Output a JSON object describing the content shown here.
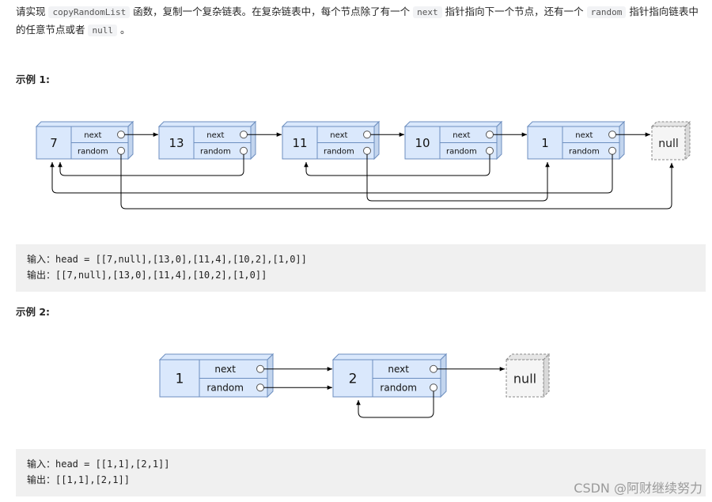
{
  "intro": {
    "t1": "请实现 ",
    "c1": "copyRandomList",
    "t2": " 函数，复制一个复杂链表。在复杂链表中，每个节点除了有一个 ",
    "c2": "next",
    "t3": " 指针指向下一个节点，还有一个 ",
    "c3": "random",
    "t4": " 指针指向链表中的任意节点或者 ",
    "c4": "null",
    "t5": " 。"
  },
  "example1": {
    "heading": "示例 1:",
    "nodes": [
      "7",
      "13",
      "11",
      "10",
      "1"
    ],
    "null_label": "null",
    "next_label": "next",
    "random_label": "random",
    "input": "输入：head = [[7,null],[13,0],[11,4],[10,2],[1,0]]",
    "output": "输出：[[7,null],[13,0],[11,4],[10,2],[1,0]]"
  },
  "example2": {
    "heading": "示例 2:",
    "nodes": [
      "1",
      "2"
    ],
    "null_label": "null",
    "next_label": "next",
    "random_label": "random",
    "input": "输入：head = [[1,1],[2,1]]",
    "output": "输出：[[1,1],[2,1]]"
  },
  "watermark": "CSDN @阿财继续努力",
  "colors": {
    "node_fill": "#dae8fc",
    "node_stroke": "#6c8ebf",
    "null_fill": "#f5f5f5",
    "arrow": "#000000"
  }
}
